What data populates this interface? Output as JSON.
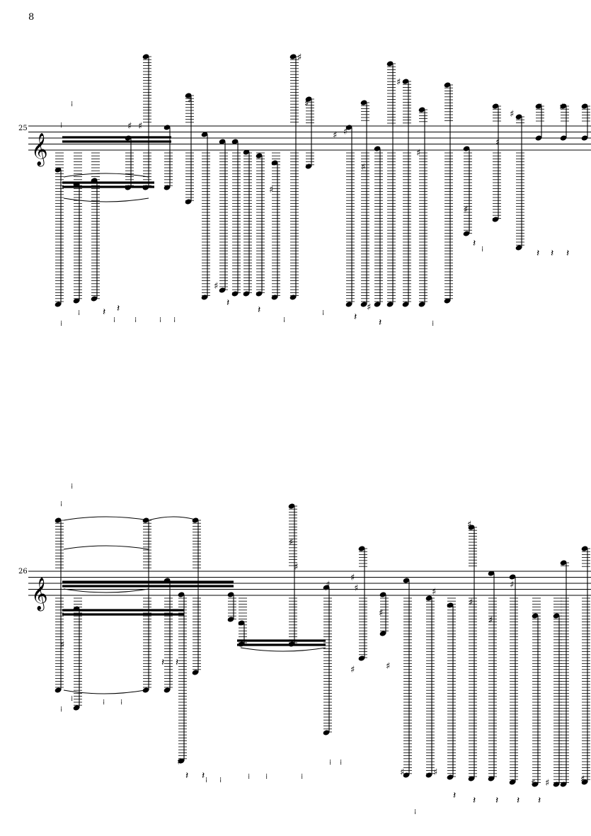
{
  "page": {
    "number": "8"
  },
  "systems": [
    {
      "measure_number": "25",
      "clef": "treble-clef"
    },
    {
      "measure_number": "26",
      "clef": "treble-clef"
    }
  ]
}
